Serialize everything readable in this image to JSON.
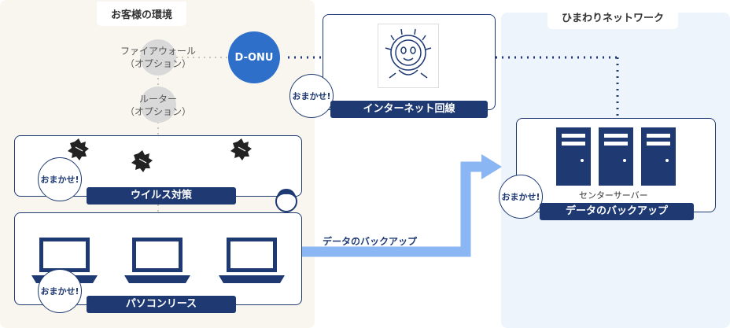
{
  "customer_env": {
    "title": "お客様の環境",
    "firewall": {
      "line1": "ファイアウォール",
      "line2": "（オプション）"
    },
    "router": {
      "line1": "ルーター",
      "line2": "（オプション）"
    },
    "donu": "D-ONU",
    "virus": {
      "omakase": "おまかせ!",
      "tag": "ウイルス対策"
    },
    "pc": {
      "omakase": "おまかせ!",
      "tag": "パソコンリース"
    }
  },
  "internet": {
    "omakase": "おまかせ!",
    "tag": "インターネット回線"
  },
  "backup_arrow_label": "データのバックアップ",
  "himawari": {
    "title": "ひまわりネットワーク",
    "server_label": "センターサーバー",
    "omakase": "おまかせ!",
    "tag": "データのバックアップ"
  },
  "colors": {
    "navy": "#1f3a73",
    "blue": "#2d6fc9",
    "arrow": "#8ab6f3"
  }
}
